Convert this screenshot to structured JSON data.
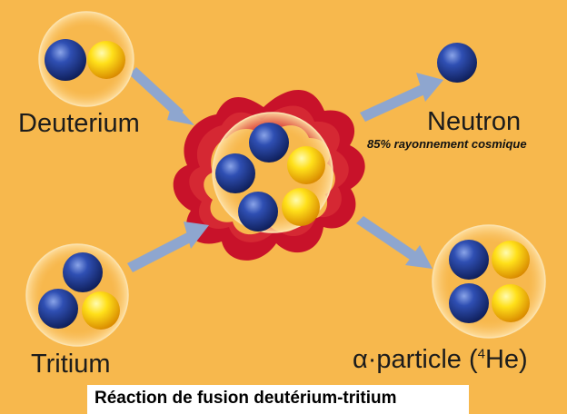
{
  "labels": {
    "deuterium": "Deuterium",
    "tritium": "Tritium",
    "neutron": "Neutron",
    "cosmic_note": "85% rayonnement cosmique",
    "alpha_prefix": "α·particle (",
    "alpha_sup": "4",
    "alpha_suffix": "He)"
  },
  "caption": "Réaction de fusion deutérium-tritium",
  "colors": {
    "background": "#f7b84d",
    "neutron": "#1f3f94",
    "proton": "#f5c518",
    "energy_burst": "#c8122a",
    "arrow": "#8ea6cf"
  },
  "icons": {
    "neutron": "blue-sphere",
    "proton": "yellow-sphere"
  }
}
